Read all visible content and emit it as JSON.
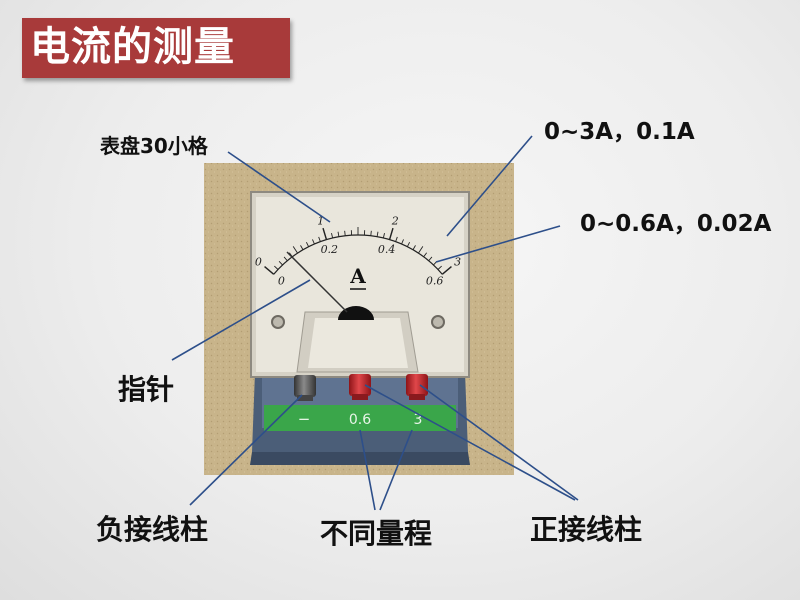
{
  "title": "电流的测量",
  "labels": {
    "scale_divisions": "表盘30小格",
    "range_large": "0~3A，0.1A",
    "range_small": "0~0.6A，0.02A",
    "pointer": "指针",
    "negative_terminal": "负接线柱",
    "ranges": "不同量程",
    "positive_terminal": "正接线柱"
  },
  "meter": {
    "unit_symbol": "A",
    "upper_scale": [
      "0",
      "1",
      "2",
      "3"
    ],
    "lower_scale": [
      "0",
      "0.2",
      "0.4",
      "0.6"
    ],
    "terminal_labels": [
      "−",
      "0.6",
      "3"
    ]
  },
  "colors": {
    "title_bg": "#a83a3a",
    "board": "#c8b48a",
    "base": "#4b5e78",
    "panel": "#3aa64a",
    "knob_negative": "#555555",
    "knob_positive": "#c0262b",
    "leader_line": "#2d4f8a"
  }
}
